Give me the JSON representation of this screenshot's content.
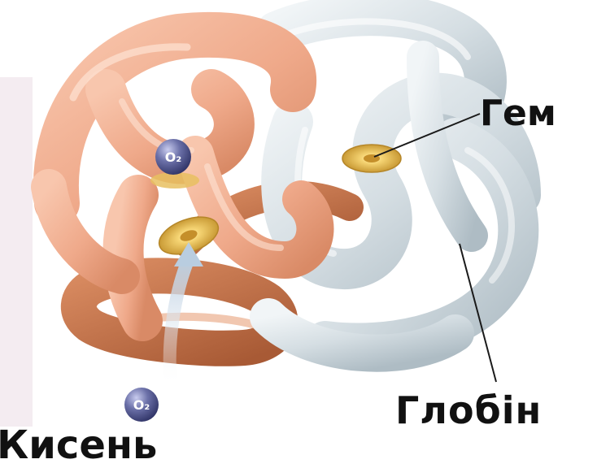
{
  "diagram": {
    "labels": {
      "heme": "Гем",
      "globin": "Глобін",
      "oxygen": "Кисень"
    },
    "molecule_symbol": "O₂",
    "colors": {
      "alpha_chain": "#efa98a",
      "alpha_chain_dark": "#c9764f",
      "beta_chain": "#d9e1e6",
      "beta_chain_dark": "#9fb0ba",
      "heme_disc": "#e8c060",
      "oxygen_molecule": "#4a4f86",
      "side_panel": "#f4ecf1"
    }
  }
}
